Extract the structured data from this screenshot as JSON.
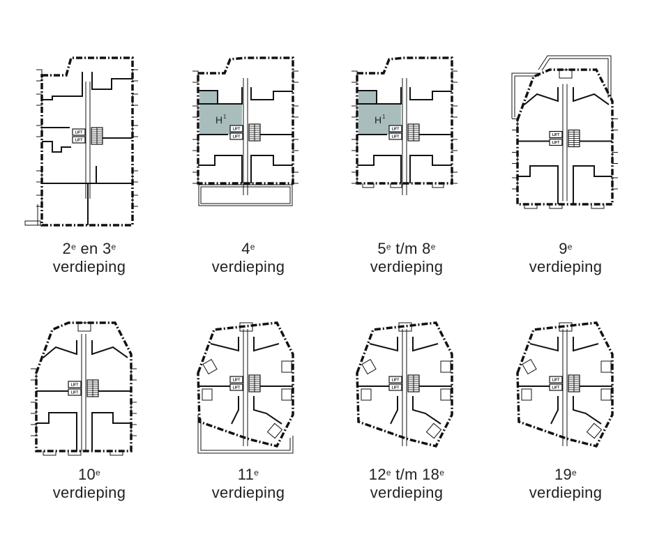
{
  "floors": [
    {
      "id": "f1",
      "num": "2",
      "sup1": "e",
      "mid": " en ",
      "num2": "3",
      "sup2": "e",
      "word": "verdieping",
      "shape": "base",
      "balcony": false,
      "unit": false
    },
    {
      "id": "f2",
      "num": "4",
      "sup1": "e",
      "mid": "",
      "num2": "",
      "sup2": "",
      "word": "verdieping",
      "shape": "rect",
      "balcony": true,
      "unit": true
    },
    {
      "id": "f3",
      "num": "5",
      "sup1": "e",
      "mid": " t/m ",
      "num2": "8",
      "sup2": "e",
      "word": "verdieping",
      "shape": "rect",
      "balcony": false,
      "unit": true
    },
    {
      "id": "f4",
      "num": "9",
      "sup1": "e",
      "mid": "",
      "num2": "",
      "sup2": "",
      "word": "verdieping",
      "shape": "chamfer",
      "balcony": false,
      "unit": false
    },
    {
      "id": "f5",
      "num": "10",
      "sup1": "e",
      "mid": "",
      "num2": "",
      "sup2": "",
      "word": "verdieping",
      "shape": "chamfer",
      "balcony": false,
      "unit": false
    },
    {
      "id": "f6",
      "num": "11",
      "sup1": "e",
      "mid": "",
      "num2": "",
      "sup2": "",
      "word": "verdieping",
      "shape": "hex",
      "balcony": true,
      "unit": false
    },
    {
      "id": "f7",
      "num": "12",
      "sup1": "e",
      "mid": " t/m ",
      "num2": "18",
      "sup2": "e",
      "word": "verdieping",
      "shape": "hex",
      "balcony": false,
      "unit": false
    },
    {
      "id": "f8",
      "num": "19",
      "sup1": "e",
      "mid": "",
      "num2": "",
      "sup2": "",
      "word": "verdieping",
      "shape": "hex",
      "balcony": false,
      "unit": false
    }
  ],
  "lift_label": "LIFT",
  "unit_label": "H",
  "unit_sup": "1",
  "colors": {
    "line": "#111111",
    "highlight": "#a9bdbd",
    "text": "#222222"
  }
}
